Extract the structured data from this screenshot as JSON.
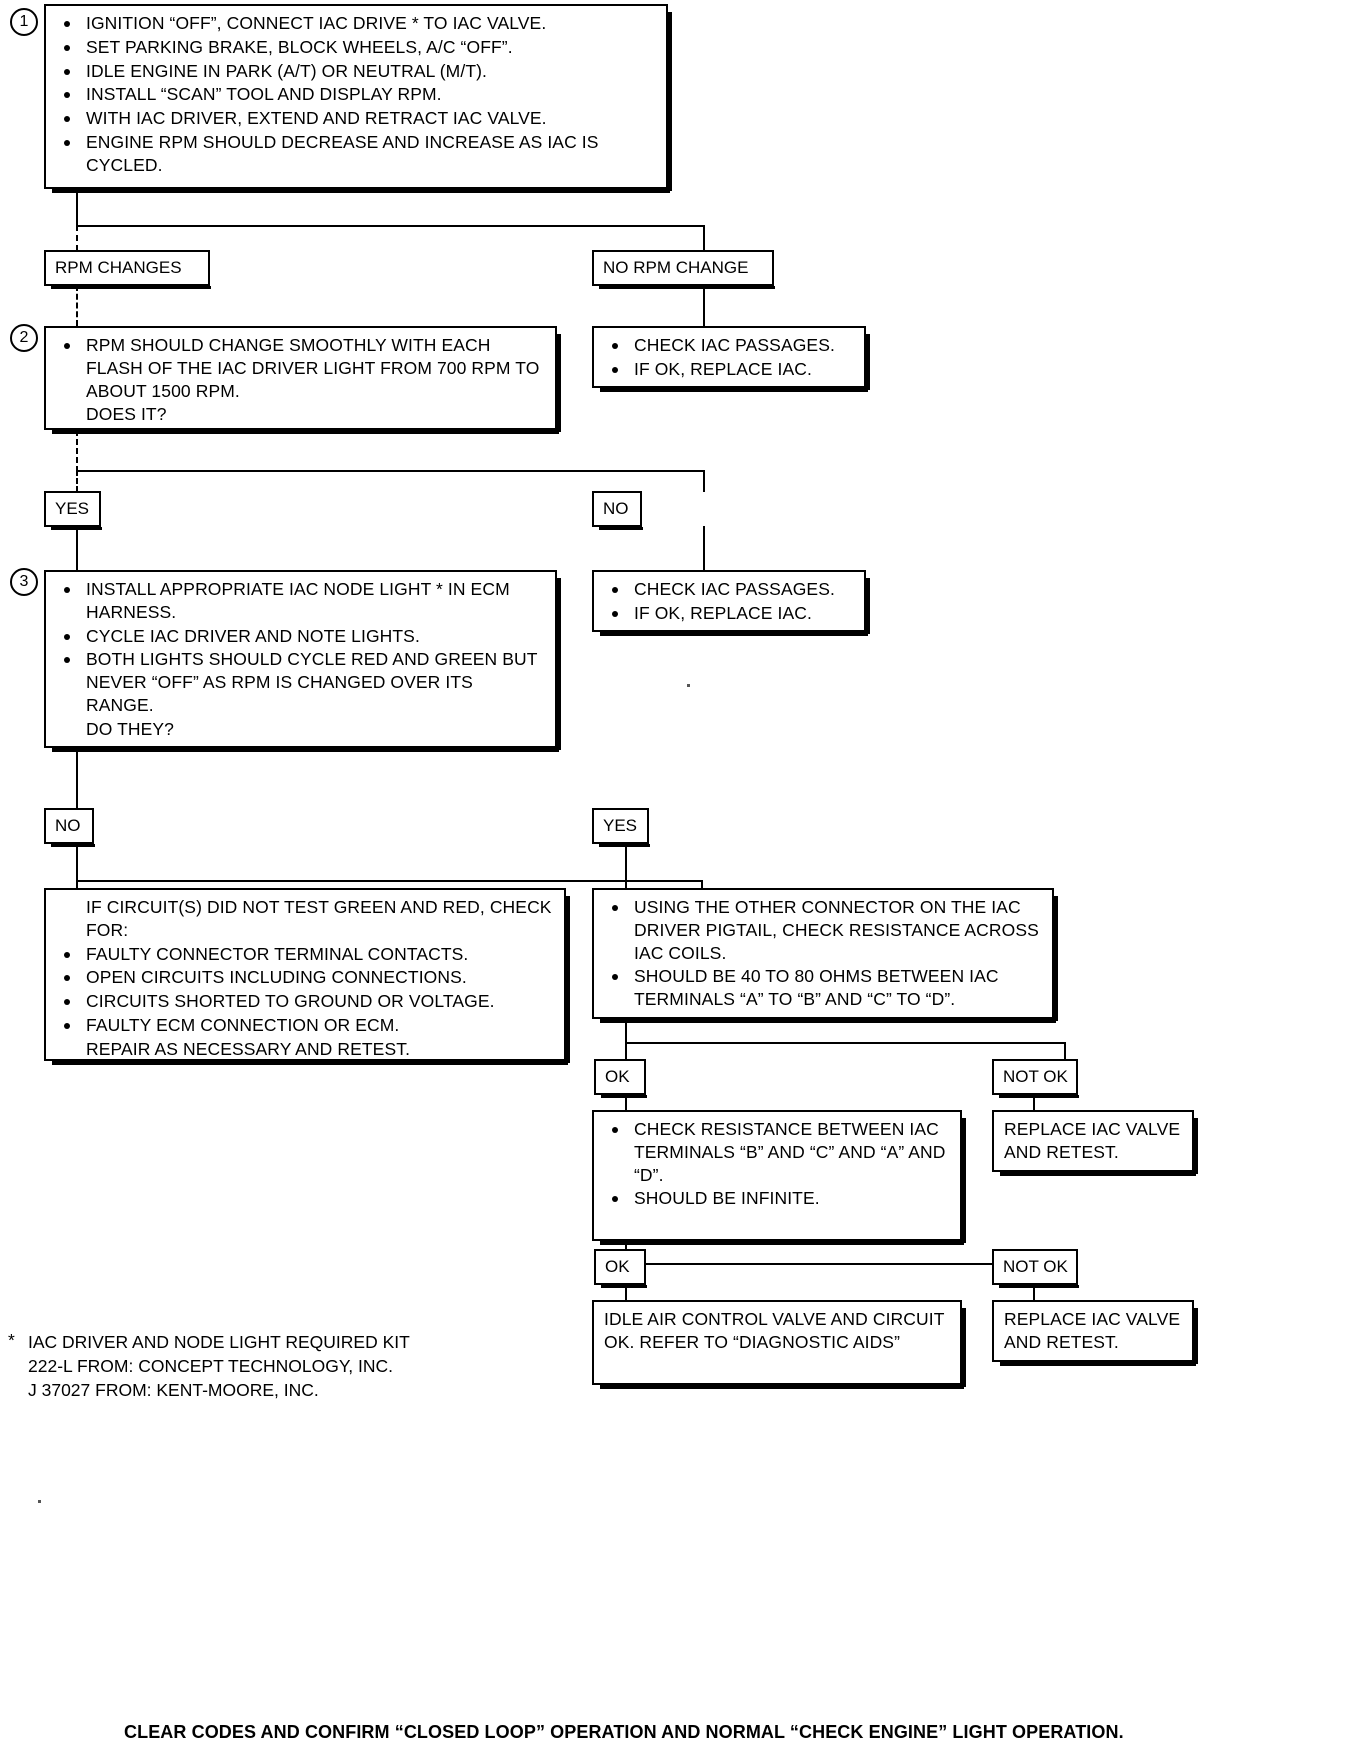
{
  "document": {
    "type": "diagnostic-flowchart",
    "title": "IAC Valve Diagnostic Chart"
  },
  "steps": {
    "one": "1",
    "two": "2",
    "three": "3"
  },
  "box1": {
    "lines": [
      "IGNITION “OFF”, CONNECT IAC DRIVE * TO IAC VALVE.",
      "SET PARKING BRAKE, BLOCK WHEELS, A/C “OFF”.",
      "IDLE ENGINE IN PARK (A/T) OR NEUTRAL (M/T).",
      "INSTALL “SCAN” TOOL AND DISPLAY RPM.",
      "WITH IAC DRIVER, EXTEND AND RETRACT IAC VALVE.",
      "ENGINE RPM SHOULD DECREASE AND INCREASE AS IAC IS CYCLED."
    ]
  },
  "branch1": {
    "left_label": "RPM CHANGES",
    "right_label": "NO RPM CHANGE"
  },
  "box2": {
    "bullet": "RPM SHOULD CHANGE SMOOTHLY WITH EACH FLASH OF THE IAC DRIVER LIGHT FROM 700 RPM TO ABOUT 1500 RPM.",
    "question": "DOES IT?"
  },
  "box_check_iac_1": {
    "lines": [
      "CHECK IAC PASSAGES.",
      "IF OK, REPLACE IAC."
    ]
  },
  "branch2": {
    "left_label": "YES",
    "right_label": "NO"
  },
  "box3": {
    "lines": [
      "INSTALL APPROPRIATE IAC NODE LIGHT * IN ECM HARNESS.",
      "CYCLE IAC DRIVER AND NOTE LIGHTS.",
      "BOTH LIGHTS SHOULD CYCLE RED AND GREEN BUT NEVER “OFF” AS RPM IS CHANGED OVER ITS RANGE."
    ],
    "question": "DO THEY?"
  },
  "box_check_iac_2": {
    "lines": [
      "CHECK IAC PASSAGES.",
      "IF OK, REPLACE IAC."
    ]
  },
  "branch3": {
    "left_label": "NO",
    "right_label": "YES"
  },
  "box_circuits": {
    "header": "IF CIRCUIT(S) DID NOT TEST GREEN AND RED, CHECK FOR:",
    "bullets": [
      "FAULTY CONNECTOR TERMINAL CONTACTS.",
      "OPEN CIRCUITS INCLUDING CONNECTIONS.",
      "CIRCUITS SHORTED TO GROUND OR VOLTAGE.",
      "FAULTY ECM CONNECTION OR ECM."
    ],
    "footer": "REPAIR AS NECESSARY AND RETEST."
  },
  "box_resistance_1": {
    "bullets": [
      "USING THE OTHER CONNECTOR ON THE IAC DRIVER PIGTAIL, CHECK RESISTANCE ACROSS IAC COILS.",
      "SHOULD BE 40 TO 80 OHMS BETWEEN IAC TERMINALS “A” TO “B” AND “C” TO “D”."
    ]
  },
  "branch4": {
    "left_label": "OK",
    "right_label": "NOT OK"
  },
  "box_resistance_2": {
    "bullets": [
      "CHECK RESISTANCE BETWEEN IAC TERMINALS “B” AND “C” AND “A” AND “D”.",
      "SHOULD BE INFINITE."
    ]
  },
  "box_replace_1": {
    "text": "REPLACE IAC VALVE AND RETEST."
  },
  "branch5": {
    "left_label": "OK",
    "right_label": "NOT OK"
  },
  "box_final_ok": {
    "text": "IDLE AIR CONTROL VALVE AND CIRCUIT OK. REFER TO “DIAGNOSTIC AIDS”"
  },
  "box_replace_2": {
    "text": "REPLACE IAC VALVE AND RETEST."
  },
  "footnote": {
    "marker": "*",
    "text": "IAC DRIVER AND NODE LIGHT REQUIRED KIT\n222-L FROM: CONCEPT TECHNOLOGY, INC.\nJ 37027 FROM: KENT-MOORE, INC."
  },
  "bottom_caption": {
    "text": "CLEAR CODES AND CONFIRM “CLOSED LOOP” OPERATION AND NORMAL “CHECK ENGINE” LIGHT OPERATION."
  }
}
